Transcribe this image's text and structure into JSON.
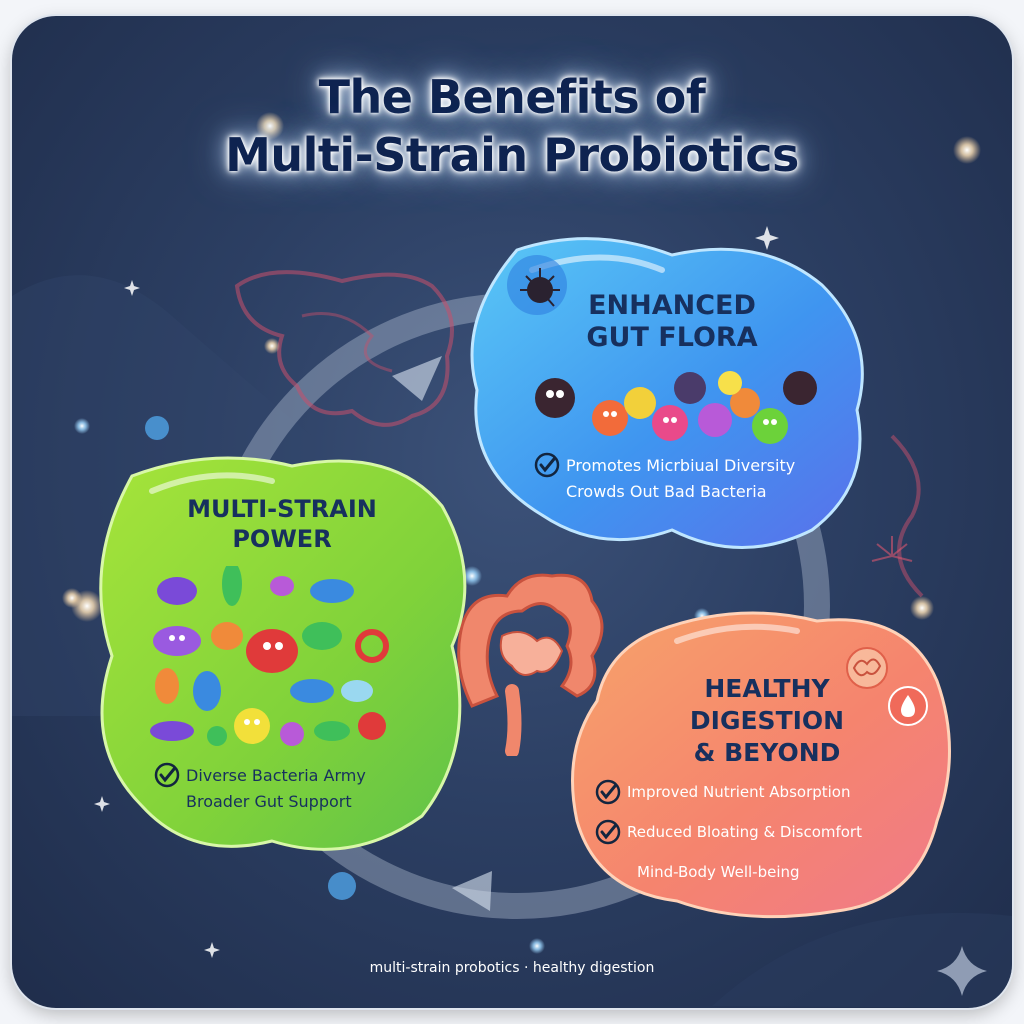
{
  "title": {
    "line1": "The Benefits of",
    "line2": "Multi-Strain Probiotics"
  },
  "panels": {
    "gut_flora": {
      "title_line1": "ENHANCED",
      "title_line2": "GUT FLORA",
      "features": [
        "Promotes Micrbiual Diversity",
        "Crowds Out Bad Bacteria"
      ],
      "color": "#4aa6f5"
    },
    "multi_strain": {
      "title_line1": "MULTI-STRAIN",
      "title_line2": "POWER",
      "features": [
        "Diverse Bacteria Army",
        "Broader Gut Support"
      ],
      "color": "#8fd63a"
    },
    "digestion": {
      "title_line1": "HEALTHY",
      "title_line2": "DIGESTION",
      "title_line3": "& BEYOND",
      "features": [
        "Improved Nutrient Absorption",
        "Reduced Bloating & Discomfort",
        "Mind-Body Well-being"
      ],
      "color": "#f58a6e"
    }
  },
  "footer": "multi-strain probotics · healthy digestion",
  "icons": [
    "checkmark-icon",
    "intestine-icon",
    "bacteria-icon",
    "brain-icon",
    "drop-icon",
    "sparkle-icon",
    "cycle-arrow-icon"
  ]
}
